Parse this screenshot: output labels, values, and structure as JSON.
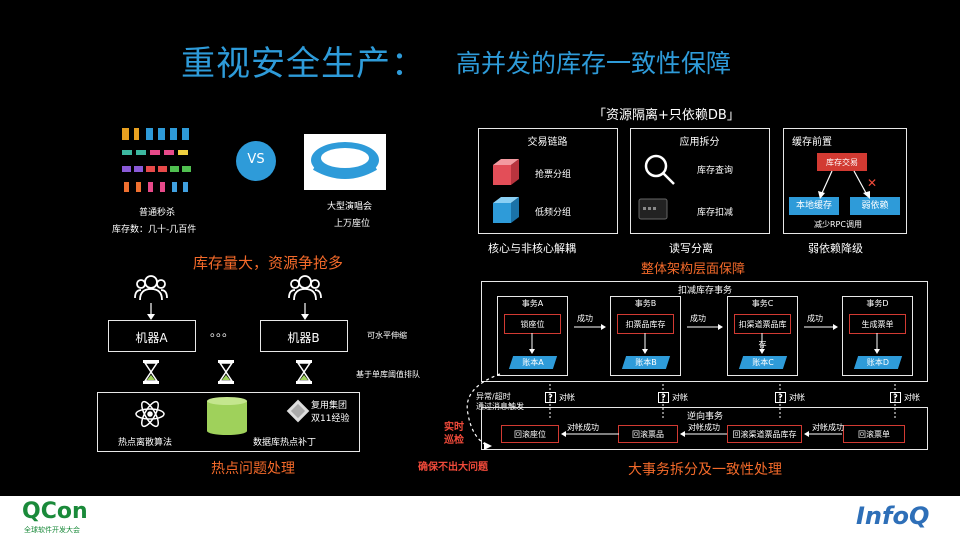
{
  "title": {
    "main": "重视安全生产：",
    "sub": "高并发的库存一致性保障"
  },
  "left": {
    "item1_title": "普通秒杀",
    "item1_sub": "库存数：几十-几百件",
    "vs": "VS",
    "item2_title": "大型演唱会",
    "item2_sub": "上万座位",
    "headline": "库存量大，资源争抢多",
    "machine_a": "机器A",
    "machine_dots": "。。。",
    "machine_b": "机器B",
    "note_scale": "可水平伸缩",
    "note_queue": "基于单库阈值排队",
    "algo": "热点离散算法",
    "db_patch": "数据库热点补丁",
    "reuse_line1": "复用集团",
    "reuse_line2": "双11经验",
    "footer_label": "热点问题处理"
  },
  "arch": {
    "top_label": "「资源隔离+只依赖DB」",
    "box1_title": "交易链路",
    "box1_item1": "抢票分组",
    "box1_item2": "低频分组",
    "box1_caption": "核心与非核心解耦",
    "box2_title": "应用拆分",
    "box2_item1": "库存查询",
    "box2_item2": "库存扣减",
    "box2_caption": "读写分离",
    "box3_title": "缓存前置",
    "box3_top": "库存交易",
    "box3_left": "本地缓存",
    "box3_right": "弱依赖",
    "box3_note": "减少RPC调用",
    "box3_caption": "弱依赖降级",
    "section_label": "整体架构层面保障"
  },
  "tx": {
    "outer_title": "扣减库存事务",
    "tx": [
      {
        "name": "事务A",
        "op": "锁座位",
        "ledger": "账本A"
      },
      {
        "name": "事务B",
        "op": "扣票品库存",
        "ledger": "账本B"
      },
      {
        "name": "事务C",
        "op": "扣渠道票品库存",
        "ledger": "账本C"
      },
      {
        "name": "事务D",
        "op": "生成票单",
        "ledger": "账本D"
      }
    ],
    "success": "成功",
    "reconcile": "对帐",
    "reverse_title": "逆向事务",
    "rollback": [
      "回滚座位",
      "回滚票品",
      "回滚渠道票品库存",
      "回滚票单"
    ],
    "rollback_success": "对帐成功",
    "exception_line1": "异常/超时",
    "exception_line2": "通过消息触发",
    "realtime_line1": "实时",
    "realtime_line2": "巡检",
    "guarantee": "确保不出大问题",
    "section_label": "大事务拆分及一致性处理"
  },
  "footer": {
    "qcon": "QCon",
    "qcon_sub": "全球软件开发大会",
    "infoq": "InfoQ"
  },
  "colors": {
    "accent_blue": "#2e9bd9",
    "title_blue": "#2e9bd9",
    "orange": "#f46a2a",
    "red": "#f04a3a",
    "green": "#9fd15b"
  }
}
